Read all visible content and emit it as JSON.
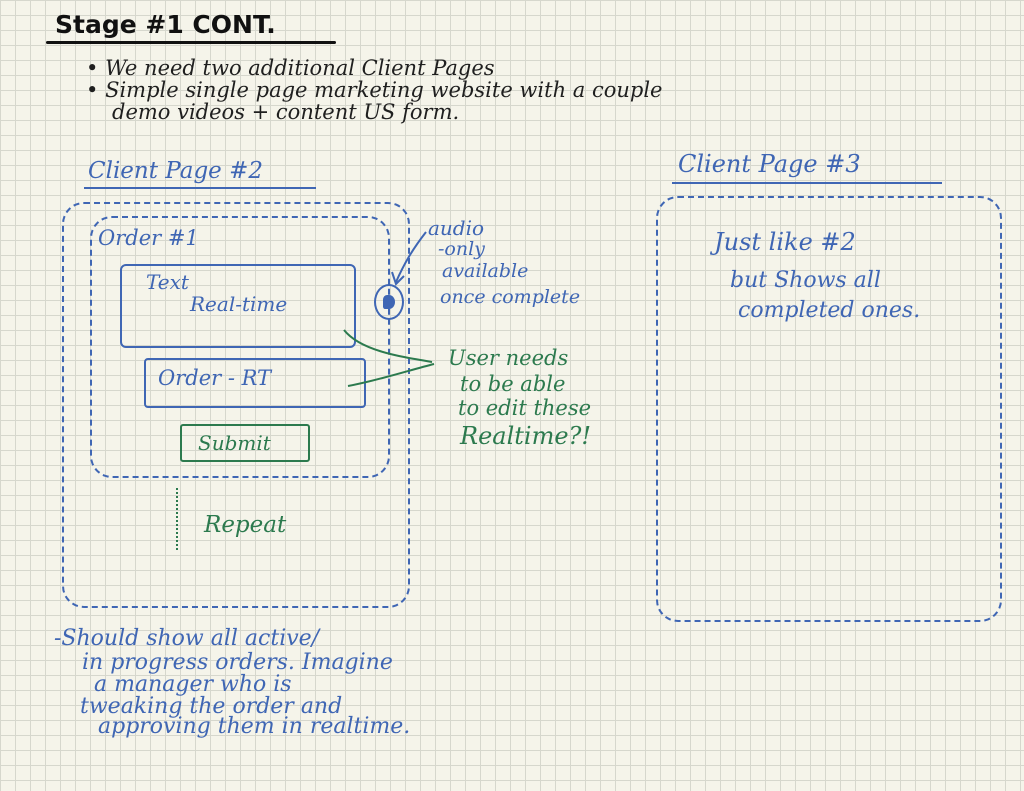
{
  "heading": "Stage #1 CONT.",
  "bullets": [
    "We need two additional Client Pages",
    "Simple single page marketing website with a couple",
    "demo videos + content US form."
  ],
  "client_page_2": {
    "title": "Client Page #2",
    "order_label": "Order #1",
    "text_box": [
      "Text",
      "Real-time"
    ],
    "order_rt_box": "Order - RT",
    "submit_button": "Submit",
    "repeat_label": "Repeat",
    "audio_note": [
      "audio",
      "-only",
      "available",
      "once complete"
    ],
    "edit_note": [
      "User needs",
      "to be able",
      "to edit these",
      "Realtime?!"
    ]
  },
  "client_page_3": {
    "title": "Client Page #3",
    "note": [
      "Just like #2",
      "but Shows all",
      "completed ones."
    ]
  },
  "footer_note": [
    "-Should show all active/",
    "in progress orders. Imagine",
    "a manager who is",
    "tweaking the order and",
    "approving them in realtime."
  ],
  "colors": {
    "ink_black": "#1f1f1f",
    "ink_blue": "#3f66b4",
    "ink_green": "#2c7a4e"
  }
}
